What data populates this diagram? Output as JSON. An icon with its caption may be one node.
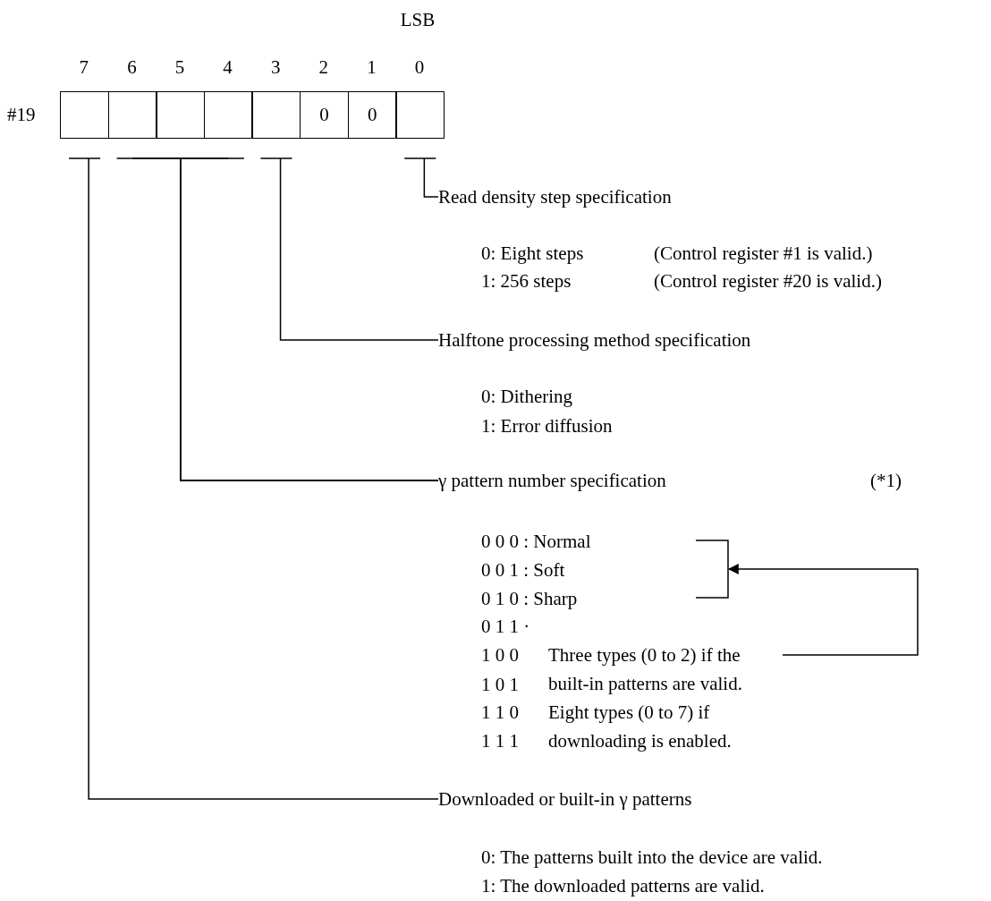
{
  "diagram": {
    "nodes": [
      {
        "text": [],
        "shape": "box"
      },
      {
        "text": [],
        "shape": "box"
      },
      {
        "text": [],
        "shape": "box"
      },
      {
        "text": [],
        "shape": "box"
      },
      {
        "text": [],
        "shape": "box"
      },
      {
        "text": [
          "0"
        ]
      },
      {
        "text": [
          "0"
        ]
      },
      {
        "text": [],
        "shape": "box"
      },
      {
        "text": [
          "Read density step specification"
        ]
      },
      {
        "text": [
          "Halftone processing method specification"
        ]
      },
      {
        "text": [
          "γ pattern number specification"
        ]
      },
      {
        "text": [
          "Downloaded or built-in γ patterns"
        ]
      },
      {
        "text": [
          "Three types (0 to 2) if the built-in patterns are valid."
        ]
      },
      {
        "text": [],
        "shape": "bracket"
      }
    ],
    "edges": [
      {
        "from": 7,
        "to": 8,
        "arrow": "none"
      },
      {
        "from": 4,
        "to": 9,
        "arrow": "none"
      },
      {
        "from": 1,
        "to": 10,
        "arrow": "none"
      },
      {
        "from": 2,
        "to": 10,
        "arrow": "none"
      },
      {
        "from": 3,
        "to": 10,
        "arrow": "none"
      },
      {
        "from": 0,
        "to": 11,
        "arrow": "none"
      },
      {
        "from": 12,
        "to": 13,
        "arrow": "to"
      }
    ],
    "labels": [
      "LSB",
      "7",
      "6",
      "5",
      "4",
      "3",
      "2",
      "1",
      "0",
      "#19",
      "0: Eight steps",
      "(Control register #1 is valid.)",
      "1: 256 steps",
      "(Control register #20 is valid.)",
      "0: Dithering",
      "1: Error diffusion",
      "(*1)",
      "0 0 0 : Normal",
      "0 0 1 : Soft",
      "0 1 0 : Sharp",
      "0 1 1 ·",
      "1 0 0",
      "1 0 1",
      "1 1 0",
      "1 1 1",
      "Eight types (0 to 7) if downloading is enabled.",
      "0: The patterns built into the device are valid.",
      "1: The downloaded patterns are valid."
    ]
  }
}
